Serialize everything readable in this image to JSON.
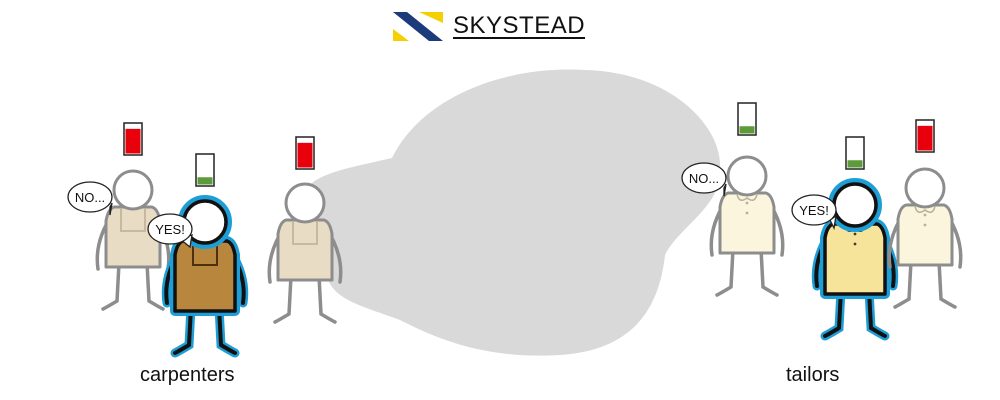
{
  "header": {
    "title": "SKYSTEAD",
    "logo": {
      "icon": "skystead-logo-icon",
      "colors": [
        "#1b3b7a",
        "#f5d000"
      ]
    }
  },
  "groups": [
    {
      "label": "carpenters",
      "people": [
        {
          "role": "carpenter",
          "highlighted": false,
          "speech": "NO...",
          "battery_level": 0.85,
          "battery_color": "#e8000c",
          "body_color": "#e9dcc5"
        },
        {
          "role": "carpenter",
          "highlighted": true,
          "speech": "YES!",
          "battery_level": 0.25,
          "battery_color": "#5c9a3a",
          "body_color": "#b8873d"
        },
        {
          "role": "carpenter",
          "highlighted": false,
          "speech": "",
          "battery_level": 0.85,
          "battery_color": "#e8000c",
          "body_color": "#e9dcc5"
        }
      ]
    },
    {
      "label": "tailors",
      "people": [
        {
          "role": "tailor",
          "highlighted": false,
          "speech": "NO...",
          "battery_level": 0.25,
          "battery_color": "#5c9a3a",
          "body_color": "#fbf5dd"
        },
        {
          "role": "tailor",
          "highlighted": true,
          "speech": "YES!",
          "battery_level": 0.25,
          "battery_color": "#5c9a3a",
          "body_color": "#f6e49a"
        },
        {
          "role": "tailor",
          "highlighted": false,
          "speech": "",
          "battery_level": 0.85,
          "battery_color": "#e8000c",
          "body_color": "#fbf5dd"
        }
      ]
    }
  ],
  "colors": {
    "highlight_outline": "#1e9ed6",
    "outline": "#9a9a9a",
    "cloud": "#d9d9d9"
  }
}
